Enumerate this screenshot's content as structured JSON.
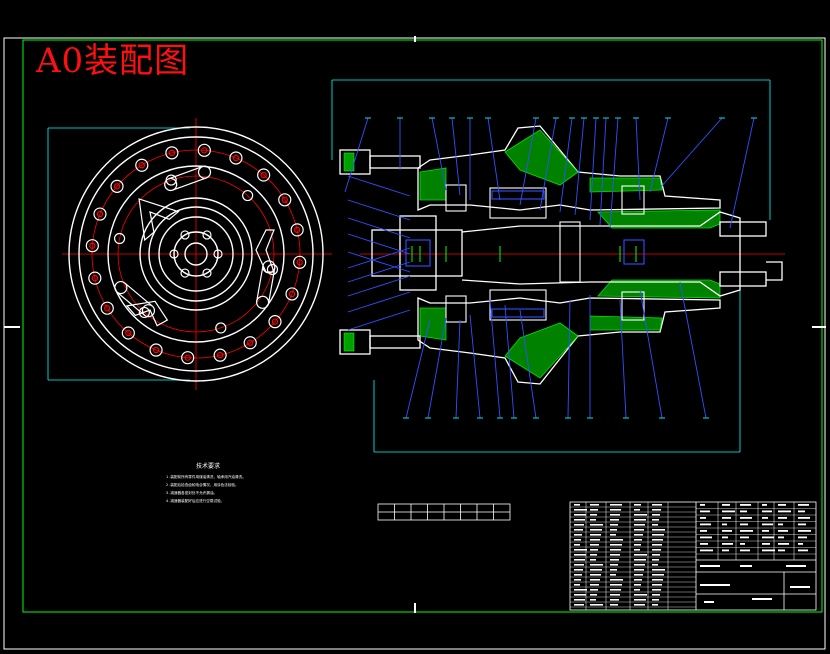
{
  "title": "A0装配图",
  "colors": {
    "background": "#000000",
    "line_white": "#ffffff",
    "line_cyan": "#00ffff",
    "line_green": "#00ff00",
    "line_red": "#ff0000",
    "line_blue": "#3050ff",
    "title_red": "#ff1010",
    "hatch_green": "#00c000"
  },
  "tech_notes": {
    "heading": "技术要求",
    "lines": [
      "1.装配前所有零件用煤油清洗，轴承用汽油清洗。",
      "2.装配后检查齿轮啮合情况，用涂色法检验。",
      "3.减速器各密封处不允许漏油。",
      "4.减速器装配好后应进行空载试验。"
    ]
  },
  "views": {
    "left_view": "end-view",
    "right_view": "section-view"
  }
}
